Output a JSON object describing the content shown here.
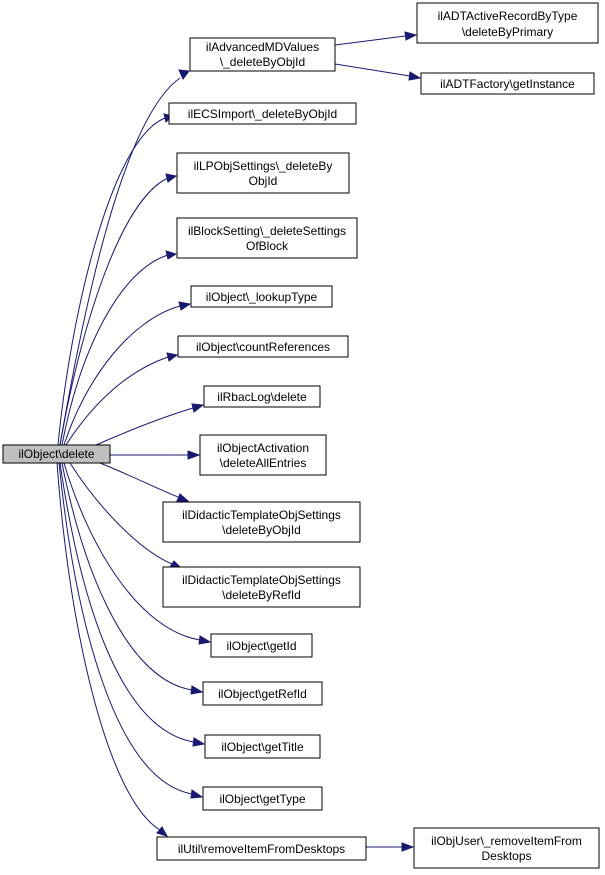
{
  "colors": {
    "edge": "#191970",
    "root_fill": "#bfbfbf",
    "node_fill": "#ffffff",
    "border": "#000000"
  },
  "nodes": [
    {
      "id": "root",
      "lines": [
        "ilObject\\delete"
      ]
    },
    {
      "id": "advmd",
      "lines": [
        "ilAdvancedMDValues",
        "\\_deleteByObjId"
      ]
    },
    {
      "id": "adtactive",
      "lines": [
        "ilADTActiveRecordByType",
        "\\deleteByPrimary"
      ]
    },
    {
      "id": "adtfactory",
      "lines": [
        "ilADTFactory\\getInstance"
      ]
    },
    {
      "id": "ecs",
      "lines": [
        "ilECSImport\\_deleteByObjId"
      ]
    },
    {
      "id": "lpobj",
      "lines": [
        "ilLPObjSettings\\_deleteBy",
        "ObjId"
      ]
    },
    {
      "id": "block",
      "lines": [
        "ilBlockSetting\\_deleteSettings",
        "OfBlock"
      ]
    },
    {
      "id": "lookup",
      "lines": [
        "ilObject\\_lookupType"
      ]
    },
    {
      "id": "countref",
      "lines": [
        "ilObject\\countReferences"
      ]
    },
    {
      "id": "rbaclog",
      "lines": [
        "ilRbacLog\\delete"
      ]
    },
    {
      "id": "activation",
      "lines": [
        "ilObjectActivation",
        "\\deleteAllEntries"
      ]
    },
    {
      "id": "didobj",
      "lines": [
        "ilDidacticTemplateObjSettings",
        "\\deleteByObjId"
      ]
    },
    {
      "id": "didref",
      "lines": [
        "ilDidacticTemplateObjSettings",
        "\\deleteByRefId"
      ]
    },
    {
      "id": "getid",
      "lines": [
        "ilObject\\getId"
      ]
    },
    {
      "id": "getrefid",
      "lines": [
        "ilObject\\getRefId"
      ]
    },
    {
      "id": "gettitle",
      "lines": [
        "ilObject\\getTitle"
      ]
    },
    {
      "id": "gettype",
      "lines": [
        "ilObject\\getType"
      ]
    },
    {
      "id": "removeitem",
      "lines": [
        "ilUtil\\removeItemFromDesktops"
      ]
    },
    {
      "id": "objuser",
      "lines": [
        "ilObjUser\\_removeItemFrom",
        "Desktops"
      ]
    }
  ]
}
